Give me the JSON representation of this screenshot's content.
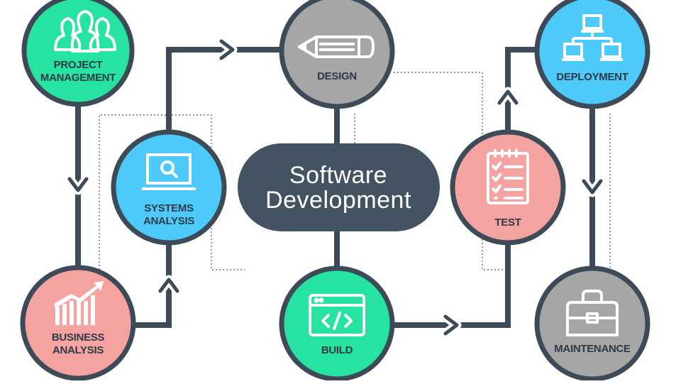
{
  "center": {
    "line1": "Software",
    "line2": "Development"
  },
  "nodes": {
    "project_management": {
      "line1": "PROJECT",
      "line2": "MANAGEMENT",
      "icon": "team-icon"
    },
    "systems_analysis": {
      "line1": "SYSTEMS",
      "line2": "ANALYSIS",
      "icon": "monitor-search-icon"
    },
    "business_analysis": {
      "line1": "BUSINESS",
      "line2": "ANALYSIS",
      "icon": "growth-chart-icon"
    },
    "design": {
      "line1": "DESIGN",
      "icon": "pencil-icon"
    },
    "build": {
      "line1": "BUILD",
      "icon": "code-window-icon"
    },
    "test": {
      "line1": "TEST",
      "icon": "checklist-icon"
    },
    "deployment": {
      "line1": "DEPLOYMENT",
      "icon": "network-icon"
    },
    "maintenance": {
      "line1": "MAINTENANCE",
      "icon": "toolbox-icon"
    }
  },
  "colors": {
    "green": "#27e3a1",
    "blue": "#4dc9fa",
    "pink": "#f4a3a0",
    "gray": "#a6a6a6",
    "outline": "#3d4b59",
    "center_fill": "#445361",
    "text": "#2d3a47"
  }
}
